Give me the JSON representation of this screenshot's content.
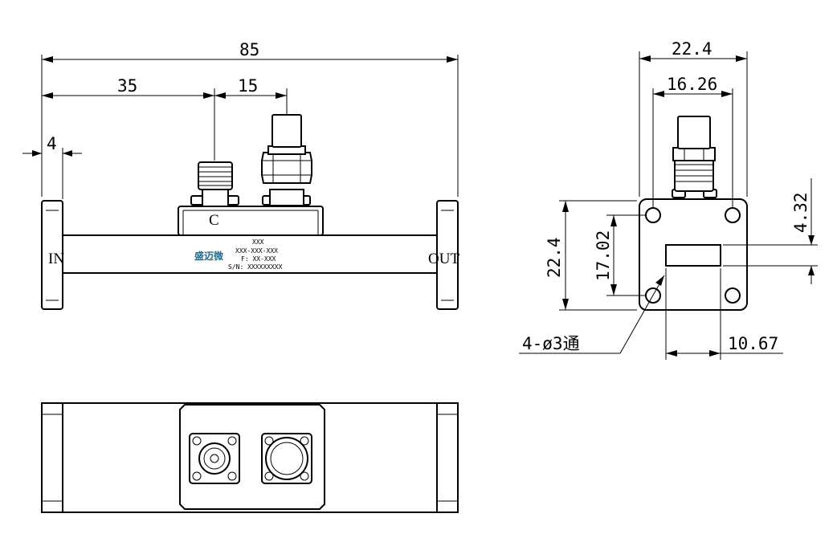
{
  "dimensions": {
    "overall_length": "85",
    "coupler_offset": "35",
    "connector_spacing": "15",
    "flange_thickness": "4",
    "flange_width": "22.4",
    "bolt_spacing_h": "16.26",
    "flange_height": "22.4",
    "bolt_spacing_v": "17.02",
    "aperture_height": "4.32",
    "aperture_width": "10.67",
    "holes_note": "4-ø3通"
  },
  "labels": {
    "input_port": "IN",
    "output_port": "OUT",
    "coupled_port": "C"
  },
  "nameplate": {
    "brand": "盛迈微",
    "line1": "XXX",
    "line2": "XXX-XXX-XXX",
    "line3": "F: XX-XXX",
    "line4": "S/N: XXXXXXXXX"
  },
  "colors": {
    "line": "#000000",
    "background": "#ffffff",
    "brand": "#2a6b8a"
  }
}
